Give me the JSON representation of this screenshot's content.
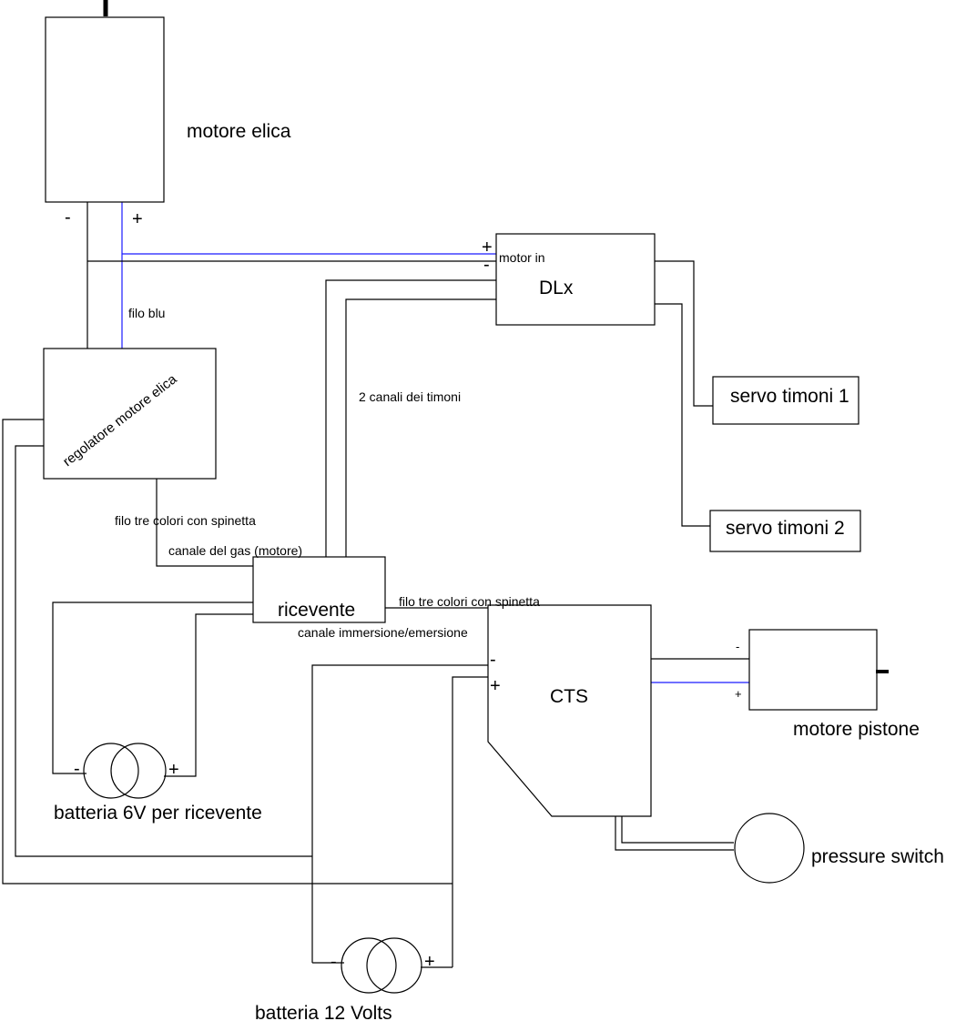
{
  "components": {
    "motore_elica": "motore elica",
    "dlx": "DLx",
    "motor_in": "motor in",
    "servo_timoni_1": "servo timoni 1",
    "servo_timoni_2": "servo timoni 2",
    "regolatore": "regolatore motore elica",
    "ricevente": "ricevente",
    "cts": "CTS",
    "motore_pistone": "motore pistone",
    "pressure_switch": "pressure switch",
    "batteria_6v": "batteria 6V per ricevente",
    "batteria_12v": "batteria 12 Volts"
  },
  "wire_labels": {
    "filo_blu": "filo blu",
    "due_canali": "2 canali dei timoni",
    "filo_tre_colori_1": "filo tre colori con spinetta",
    "canale_gas": "canale del gas (motore)",
    "filo_tre_colori_2": "filo tre colori con spinetta",
    "canale_immersione": "canale immersione/emersione"
  },
  "polarity": {
    "minus": "-",
    "plus": "+"
  },
  "colors": {
    "wire_black": "#000000",
    "wire_blue": "#1a1aff"
  }
}
